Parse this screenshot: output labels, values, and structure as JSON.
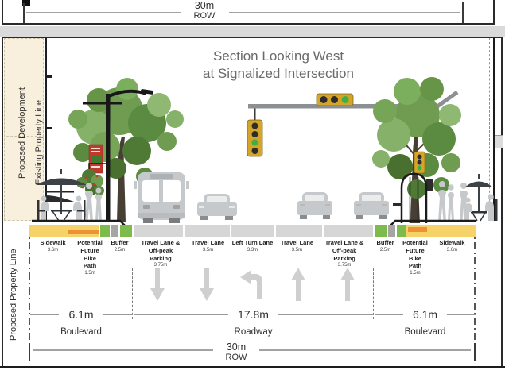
{
  "title": {
    "line1": "Section Looking West",
    "line2": "at Signalized Intersection"
  },
  "top_dimension": {
    "value": "30m",
    "label": "ROW"
  },
  "bottom_dimension": {
    "value": "30m",
    "label": "ROW"
  },
  "side_labels": {
    "proposed_development": "Proposed Development",
    "existing_property_line": "Existing Property Line",
    "proposed_property_line": "Proposed Property Line"
  },
  "lanes": [
    {
      "name": "Sidewalk",
      "size": "3.6m"
    },
    {
      "name": "Potential Future Bike Path",
      "size": "1.5m"
    },
    {
      "name": "Buffer",
      "size": "2.5m"
    },
    {
      "name": "Travel Lane & Off-peak Parking",
      "size": "3.75m"
    },
    {
      "name": "Travel Lane",
      "size": "3.5m"
    },
    {
      "name": "Left Turn Lane",
      "size": "3.3m"
    },
    {
      "name": "Travel Lane",
      "size": "3.5m"
    },
    {
      "name": "Travel Lane & Off-peak Parking",
      "size": "3.75m"
    },
    {
      "name": "Buffer",
      "size": "2.5m"
    },
    {
      "name": "Potential Future Bike Path",
      "size": "1.5m"
    },
    {
      "name": "Sidewalk",
      "size": "3.6m"
    }
  ],
  "zones": [
    {
      "value": "6.1m",
      "label": "Boulevard"
    },
    {
      "value": "17.8m",
      "label": "Roadway"
    },
    {
      "value": "6.1m",
      "label": "Boulevard"
    }
  ],
  "colors": {
    "sidewalk_yellow": "#F6D368",
    "bike_path_orange": "#EC9136",
    "buffer_green": "#7CBB4C",
    "buffer_gray": "#A5A5A5",
    "lane_gray": "#D6D6D6",
    "silhouette_gray": "#C6C9CB",
    "signal_housing_yellow": "#D4A528",
    "signal_green": "#3FAE45",
    "banner_red": "#BF3A2C",
    "development_beige": "#F8F0DD",
    "separator_gray": "#DADADA",
    "dimension_gray": "#9A9A9A",
    "title_gray": "#6A6A6A"
  },
  "scene_icons": [
    "tree-icon",
    "street-light-icon",
    "street-banner-icon",
    "flower-basket-icon",
    "bus-icon",
    "car-icon",
    "traffic-signal-icon",
    "pedestrian-signal-icon",
    "tree-guard-icon",
    "cafe-umbrella-icon",
    "pedestrian-icon",
    "awning-icon"
  ]
}
